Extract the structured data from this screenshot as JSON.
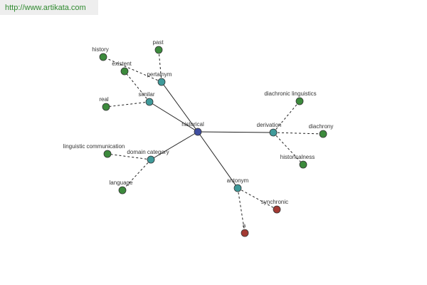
{
  "banner": {
    "url": "http://www.artikata.com"
  },
  "colors": {
    "center": "#3f4ea0",
    "relation": "#3f9a9a",
    "related": "#3c8a3c",
    "antonym_term": "#a33a33",
    "edge": "#222222"
  },
  "graph": {
    "center": {
      "id": "historical",
      "label": "historical",
      "kind": "center"
    },
    "relations": [
      {
        "id": "pertainym",
        "label": "pertainym",
        "kind": "relation"
      },
      {
        "id": "similar",
        "label": "similar",
        "kind": "relation"
      },
      {
        "id": "domain-category",
        "label": "domain category",
        "kind": "relation"
      },
      {
        "id": "antonym",
        "label": "antonym",
        "kind": "relation"
      },
      {
        "id": "derivation",
        "label": "derivation",
        "kind": "relation"
      }
    ],
    "terms": [
      {
        "id": "history",
        "label": "history",
        "parent": "pertainym",
        "kind": "related"
      },
      {
        "id": "past",
        "label": "past",
        "parent": "pertainym",
        "kind": "related"
      },
      {
        "id": "existent",
        "label": "existent",
        "parent": "similar",
        "kind": "related"
      },
      {
        "id": "real",
        "label": "real",
        "parent": "similar",
        "kind": "related"
      },
      {
        "id": "linguistic-communication",
        "label": "linguistic communication",
        "parent": "domain-category",
        "kind": "related"
      },
      {
        "id": "language",
        "label": "language",
        "parent": "domain-category",
        "kind": "related"
      },
      {
        "id": "synchronic",
        "label": "synchronic",
        "parent": "antonym",
        "kind": "antonym_term"
      },
      {
        "id": "a",
        "label": "a",
        "parent": "antonym",
        "kind": "antonym_term"
      },
      {
        "id": "diachronic-linguistics",
        "label": "diachronic linguistics",
        "parent": "derivation",
        "kind": "related"
      },
      {
        "id": "diachrony",
        "label": "diachrony",
        "parent": "derivation",
        "kind": "related"
      },
      {
        "id": "historicalness",
        "label": "historicalness",
        "parent": "derivation",
        "kind": "related"
      }
    ]
  }
}
